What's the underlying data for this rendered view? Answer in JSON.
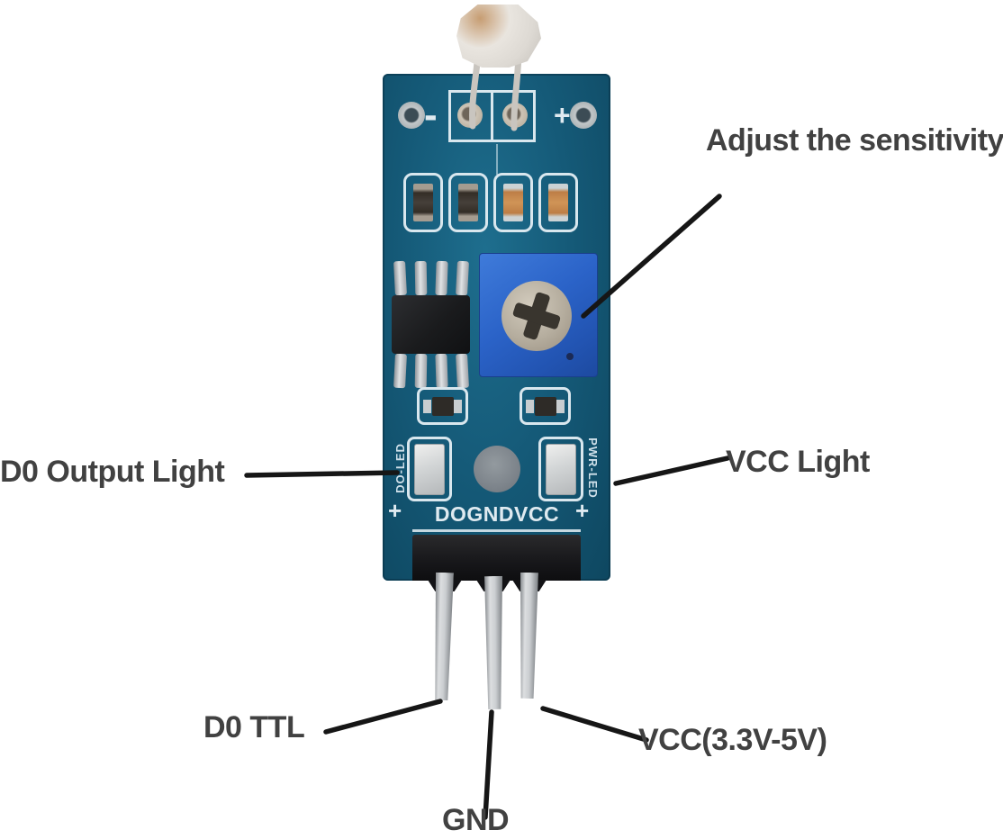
{
  "annotations": {
    "adjust_sensitivity": "Adjust the sensitivity",
    "d0_output_light": "D0 Output Light",
    "vcc_light": "VCC Light",
    "d0_ttl": "D0 TTL",
    "gnd": "GND",
    "vcc_supply": "VCC(3.3V-5V)"
  },
  "board": {
    "silkscreen": {
      "ldr_minus": "-",
      "ldr_plus": "+",
      "pin_row": "DOGNDVCC",
      "d0_led_label": "DO-LED",
      "d0_led_plus": "+",
      "pwr_led_label": "PWR-LED",
      "pwr_led_plus": "+"
    }
  },
  "colors": {
    "background": "#ffffff",
    "pcb_blue": "#155a78",
    "potentiometer_blue": "#2b63c8",
    "silkscreen_white": "#d9e7ee",
    "annotation_text": "#414141",
    "annotation_line": "#161616"
  }
}
